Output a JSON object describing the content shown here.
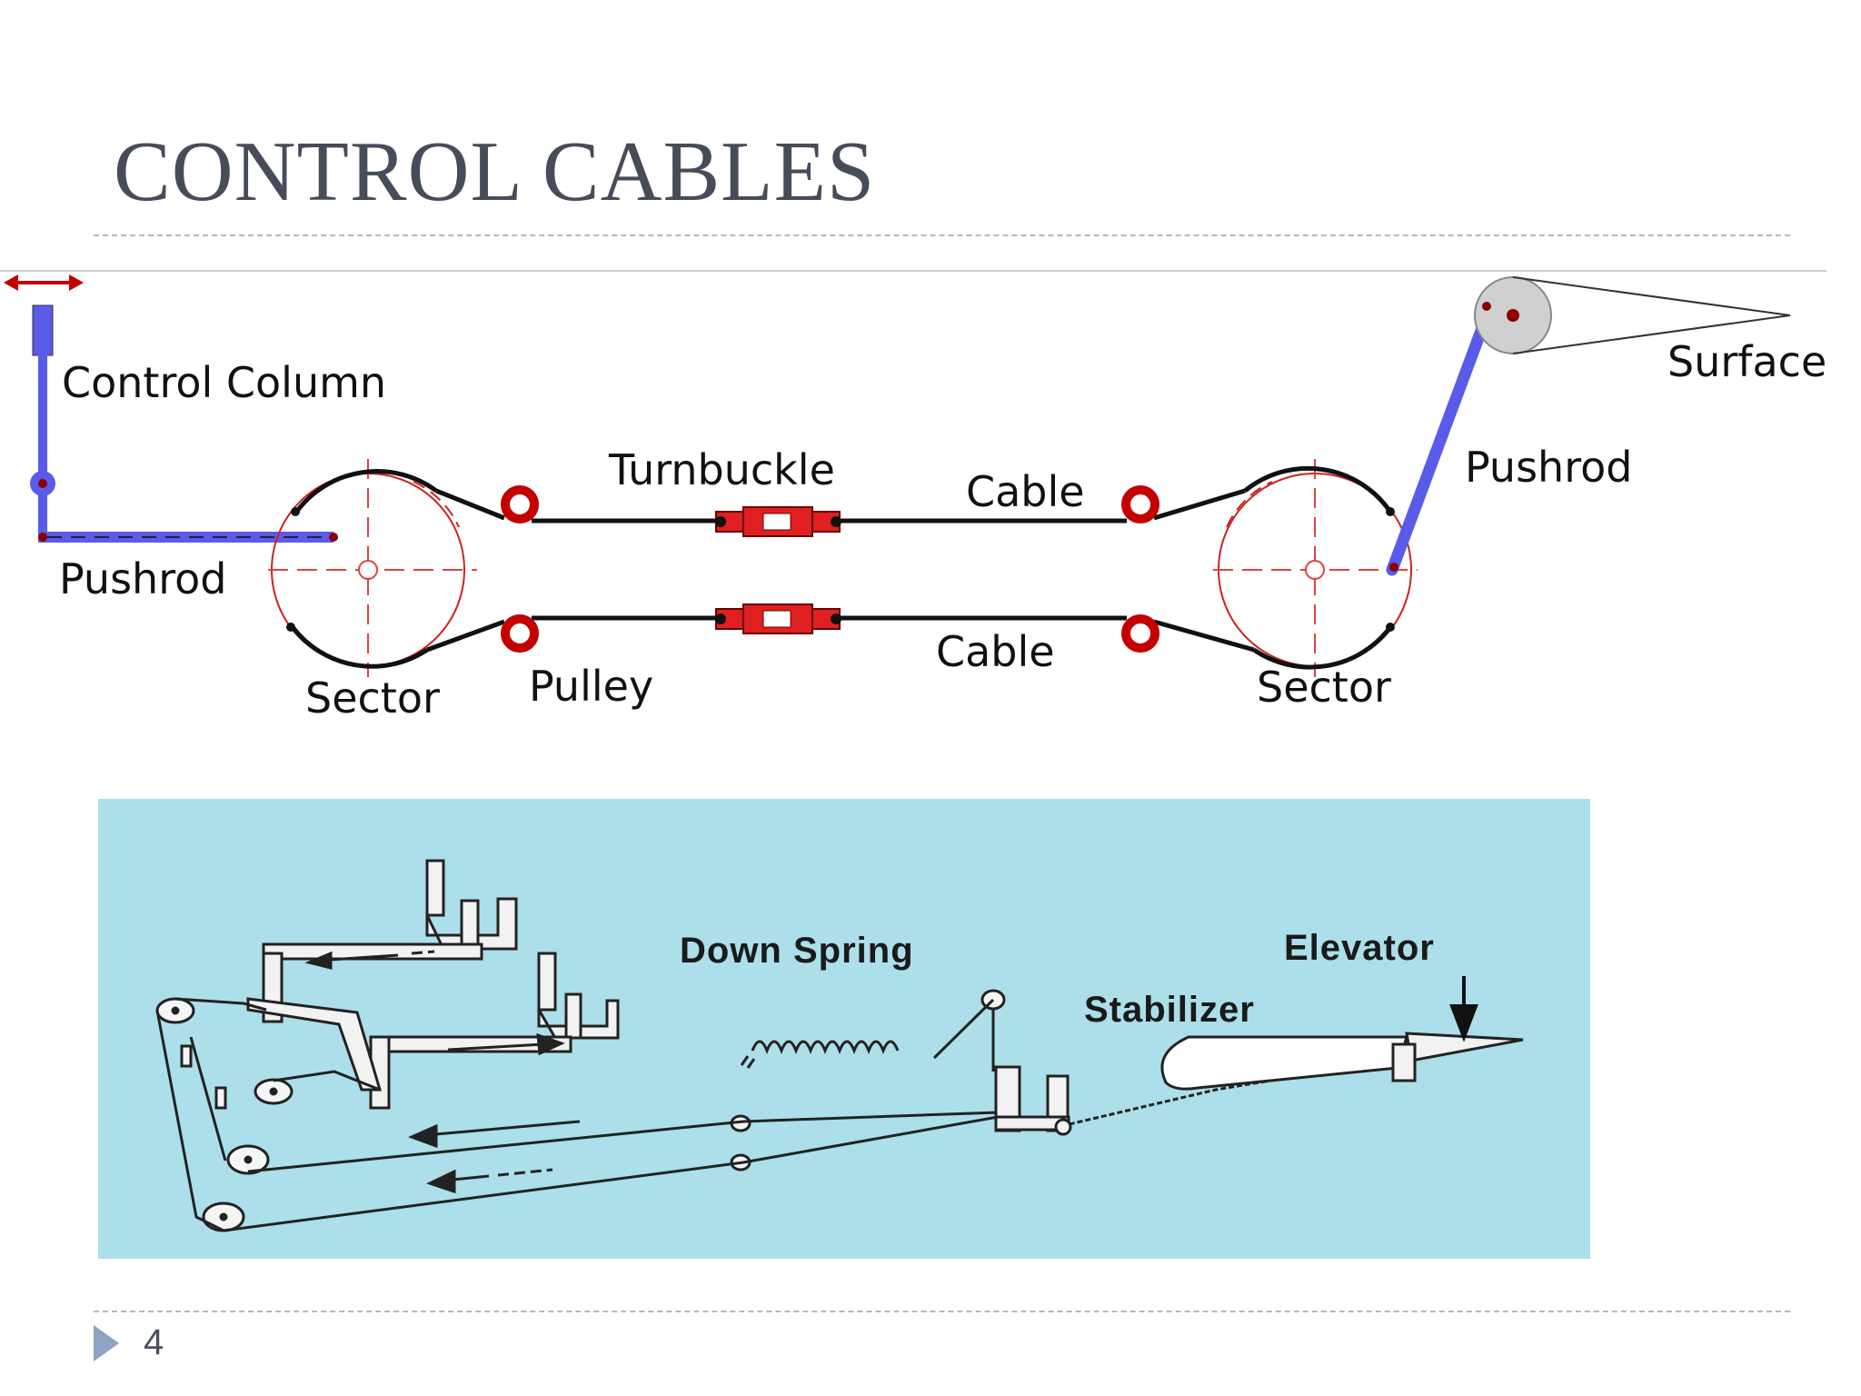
{
  "slide": {
    "title": "CONTROL CABLES",
    "page_number": "4"
  },
  "top_diagram": {
    "labels": {
      "control_column": "Control Column",
      "pushrod_left": "Pushrod",
      "sector_left": "Sector",
      "pulley": "Pulley",
      "turnbuckle": "Turnbuckle",
      "cable_top": "Cable",
      "cable_bottom": "Cable",
      "sector_right": "Sector",
      "pushrod_right": "Pushrod",
      "surface": "Surface"
    },
    "colors": {
      "linkage": "#5b5bea",
      "pulley": "#c40000",
      "turnbuckle": "#e02020",
      "cable": "#111111",
      "sector_outline": "#cc2222",
      "surface_disc": "#d0d0d0"
    }
  },
  "bottom_diagram": {
    "background": "#acdfe9",
    "labels": {
      "down_spring": "Down Spring",
      "elevator": "Elevator",
      "stabilizer": "Stabilizer"
    }
  },
  "theme": {
    "title_color": "#474c5a",
    "divider_color": "#a9bccb",
    "bullet_color": "#8fa4c4"
  }
}
